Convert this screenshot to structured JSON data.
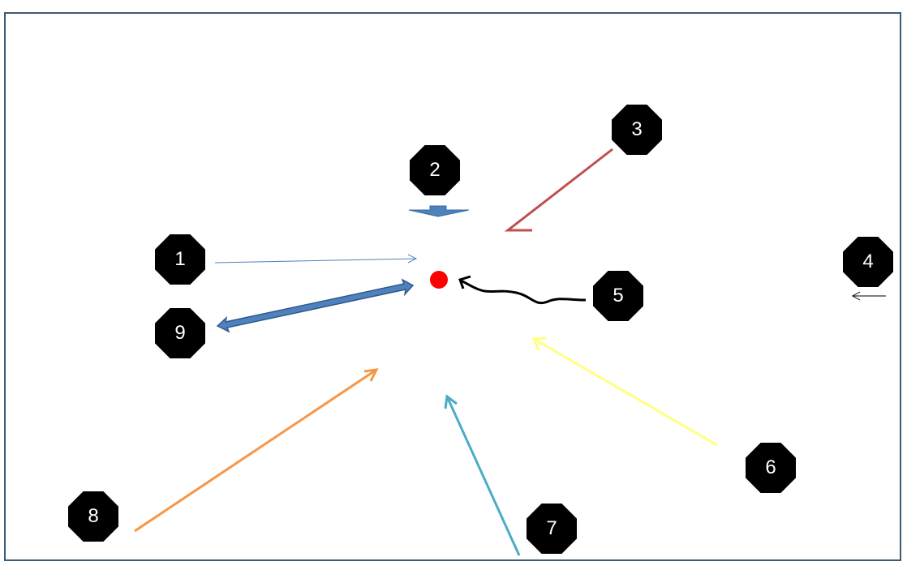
{
  "labels": [
    "1",
    "2",
    "3",
    "4",
    "5",
    "6",
    "7",
    "8",
    "9"
  ],
  "colors": {
    "frame": "#3d5a74",
    "dot": "#ff0000",
    "arrow1": "#4f81bd",
    "arrow2": "#4f81bd",
    "arrow3": "#c0504d",
    "arrow4": "#000000",
    "arrow5": "#000000",
    "arrow6": "#ffff80",
    "arrow7": "#4bacc6",
    "arrow8": "#f79646",
    "arrow9": "#4f81bd"
  }
}
